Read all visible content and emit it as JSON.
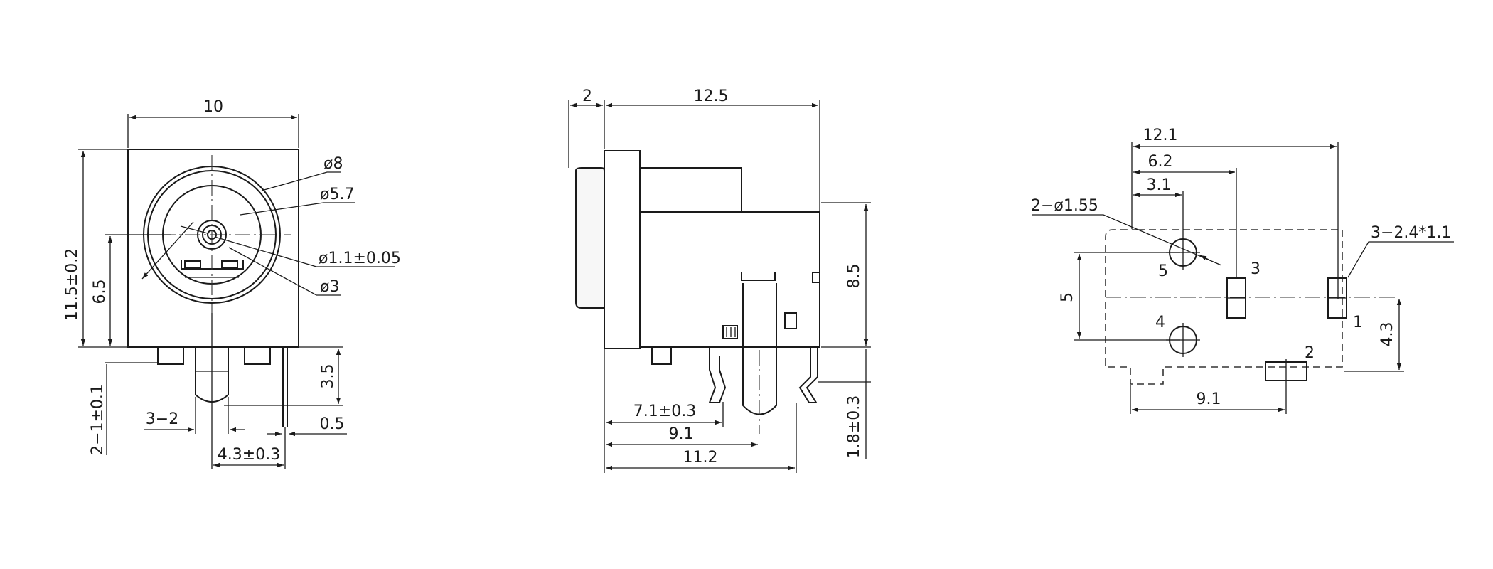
{
  "front_view": {
    "width": "10",
    "height": "11.5±0.2",
    "center_height": "6.5",
    "pin_length": "3.5",
    "pin_offset": "2−1±0.1",
    "pin_count": "3−2",
    "pin_thickness": "0.5",
    "pin_spacing": "4.3±0.3",
    "dia_outer": "ø8",
    "dia_inner": "ø5.7",
    "dia_pin": "ø1.1±0.05",
    "dia_hole": "ø3"
  },
  "side_view": {
    "flange": "2",
    "body_length": "12.5",
    "height": "8.5",
    "pin_clearance": "1.8±0.3",
    "dim_a": "7.1±0.3",
    "dim_b": "9.1",
    "dim_c": "11.2"
  },
  "footprint": {
    "dim_total": "12.1",
    "dim_mid": "6.2",
    "dim_small": "3.1",
    "holes": "2−ø1.55",
    "slots": "3−2.4*1.1",
    "dim_vertical": "5",
    "dim_offset": "4.3",
    "dim_bottom": "9.1",
    "labels": [
      "1",
      "2",
      "3",
      "4",
      "5"
    ]
  }
}
